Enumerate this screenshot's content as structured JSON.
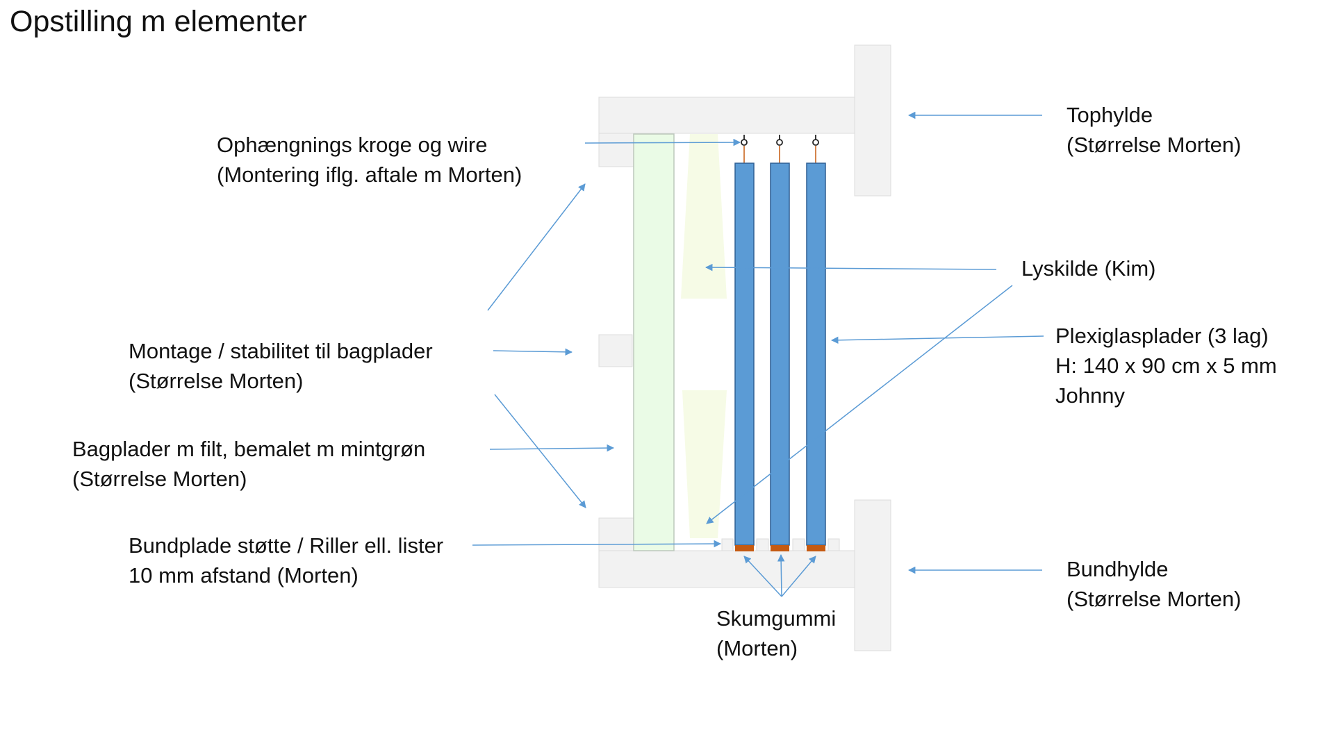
{
  "title": "Opstilling m elementer",
  "colors": {
    "shelf": "#f2f2f2",
    "shelf_border": "#dcdcdc",
    "back_panel": "#eafbe6",
    "back_panel_border": "#bcc8bc",
    "light_glow": "#f6fbe6",
    "plexi": "#5b9bd5",
    "plexi_border": "#2e5f94",
    "foam": "#c55a11",
    "arrow": "#5b9bd5",
    "wire": "#c55a11"
  },
  "labels": {
    "hooks": [
      "Ophængnings kroge og wire",
      "(Montering iflg. aftale m Morten)"
    ],
    "mount": [
      "Montage / stabilitet til bagplader",
      "(Størrelse Morten)"
    ],
    "back": [
      "Bagplader m filt, bemalet m mintgrøn",
      "(Størrelse Morten)"
    ],
    "support": [
      "Bundplade støtte / Riller ell. lister",
      "10 mm afstand (Morten)"
    ],
    "top_shelf": [
      "Tophylde",
      "(Størrelse Morten)"
    ],
    "light": [
      "Lyskilde (Kim)"
    ],
    "plexi": [
      "Plexiglasplader (3 lag)",
      "H: 140 x 90 cm x 5 mm",
      "Johnny"
    ],
    "bottom_shelf": [
      "Bundhylde",
      "(Størrelse Morten)"
    ],
    "foam": [
      "Skumgummi",
      "(Morten)"
    ]
  }
}
